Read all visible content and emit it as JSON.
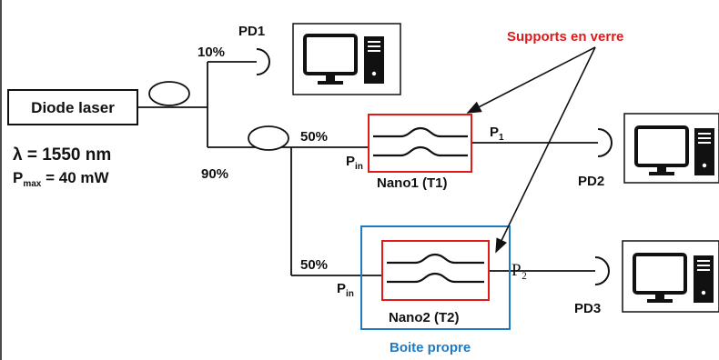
{
  "colors": {
    "line": "#111111",
    "support": "#e01919",
    "box": "#1f7ac4"
  },
  "source": {
    "label": "Diode laser",
    "wavelength": "λ = 1550 nm",
    "pmax_prefix": "P",
    "pmax_sub": "max",
    "pmax_value": " = 40 mW"
  },
  "splits": {
    "pct_10": "10%",
    "pct_90": "90%",
    "pct_50_top": "50%",
    "pct_50_bottom": "50%"
  },
  "detectors": {
    "pd1": "PD1",
    "pd2": "PD2",
    "pd3": "PD3"
  },
  "powers": {
    "p1_main": "P",
    "p1_sub": "1",
    "pin1_main": "P",
    "pin1_sub": "in",
    "pin2_main": "P",
    "pin2_sub": "in",
    "p2": "P₂"
  },
  "devices": {
    "nano1": "Nano1 (T1)",
    "nano2": "Nano2 (T2)"
  },
  "annotations": {
    "supports": "Supports en verre",
    "boite": "Boite propre"
  },
  "icons": {
    "computer": "computer-icon",
    "coupler": "fiber-coupler-icon",
    "detector": "photodetector-icon"
  }
}
